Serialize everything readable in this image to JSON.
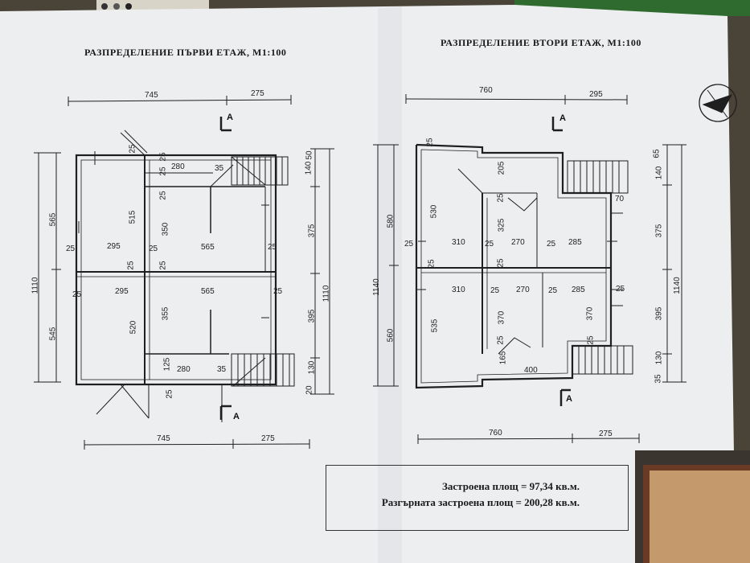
{
  "plans": {
    "floor1": {
      "title": "РАЗПРЕДЕЛЕНИЕ ПЪРВИ ЕТАЖ, M1:100",
      "section_mark": "A",
      "top_dims": [
        "745",
        "275"
      ],
      "bottom_dims": [
        "745",
        "275"
      ],
      "left_outer": [
        "1110"
      ],
      "left_mid": [
        "565",
        "545"
      ],
      "right_outer": [
        "1110"
      ],
      "right_mid": [
        "140",
        "50",
        "375",
        "395",
        "130",
        "20"
      ],
      "interior": [
        "25",
        "295",
        "565",
        "25",
        "25",
        "295",
        "565",
        "25",
        "25",
        "515",
        "350",
        "355",
        "520",
        "280",
        "25",
        "25",
        "35",
        "35",
        "125",
        "25",
        "280",
        "25",
        "25",
        "25",
        "25"
      ]
    },
    "floor2": {
      "title": "РАЗПРЕДЕЛЕНИЕ ВТОРИ ЕТАЖ, M1:100",
      "section_mark": "A",
      "top_dims": [
        "760",
        "295"
      ],
      "bottom_dims": [
        "760",
        "275"
      ],
      "left_outer": [
        "1140"
      ],
      "left_mid": [
        "580",
        "560"
      ],
      "right_outer": [
        "1140"
      ],
      "right_mid": [
        "65",
        "140",
        "375",
        "395",
        "130",
        "35"
      ],
      "interior": [
        "25",
        "25",
        "310",
        "270",
        "285",
        "25",
        "25",
        "25",
        "310",
        "25",
        "270",
        "25",
        "285",
        "25",
        "530",
        "535",
        "205",
        "325",
        "370",
        "370",
        "25",
        "25",
        "25",
        "165",
        "400",
        "70",
        "25"
      ]
    }
  },
  "summary": {
    "built_area": "Застроена  площ =  97,34 кв.м.",
    "gross_area": "Разгърната застроена площ = 200,28 кв.м."
  },
  "colors": {
    "paper": "#eceef0",
    "ink": "#1f1f1f",
    "background": "#4a4438",
    "cork": "#c49a6c",
    "cork_frame": "#6b3a24"
  },
  "icons": [
    "north-arrow-icon",
    "section-arrow-icon",
    "staircase-icon",
    "door-swing-icon"
  ]
}
